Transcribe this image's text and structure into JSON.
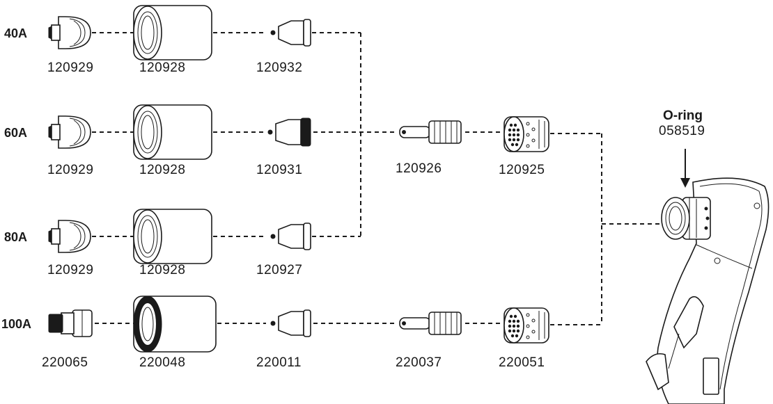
{
  "rows": [
    {
      "amperage": "40A",
      "parts": [
        "120929",
        "120928",
        "120932"
      ]
    },
    {
      "amperage": "60A",
      "parts": [
        "120929",
        "120928",
        "120931"
      ]
    },
    {
      "amperage": "80A",
      "parts": [
        "120929",
        "120928",
        "120927"
      ]
    },
    {
      "amperage": "100A",
      "parts": [
        "220065",
        "220048",
        "220011"
      ]
    }
  ],
  "shared_upper": {
    "electrode": "120926",
    "swirl_ring": "120925"
  },
  "shared_lower": {
    "electrode": "220037",
    "swirl_ring": "220051"
  },
  "oring": {
    "title": "O-ring",
    "part": "058519"
  }
}
